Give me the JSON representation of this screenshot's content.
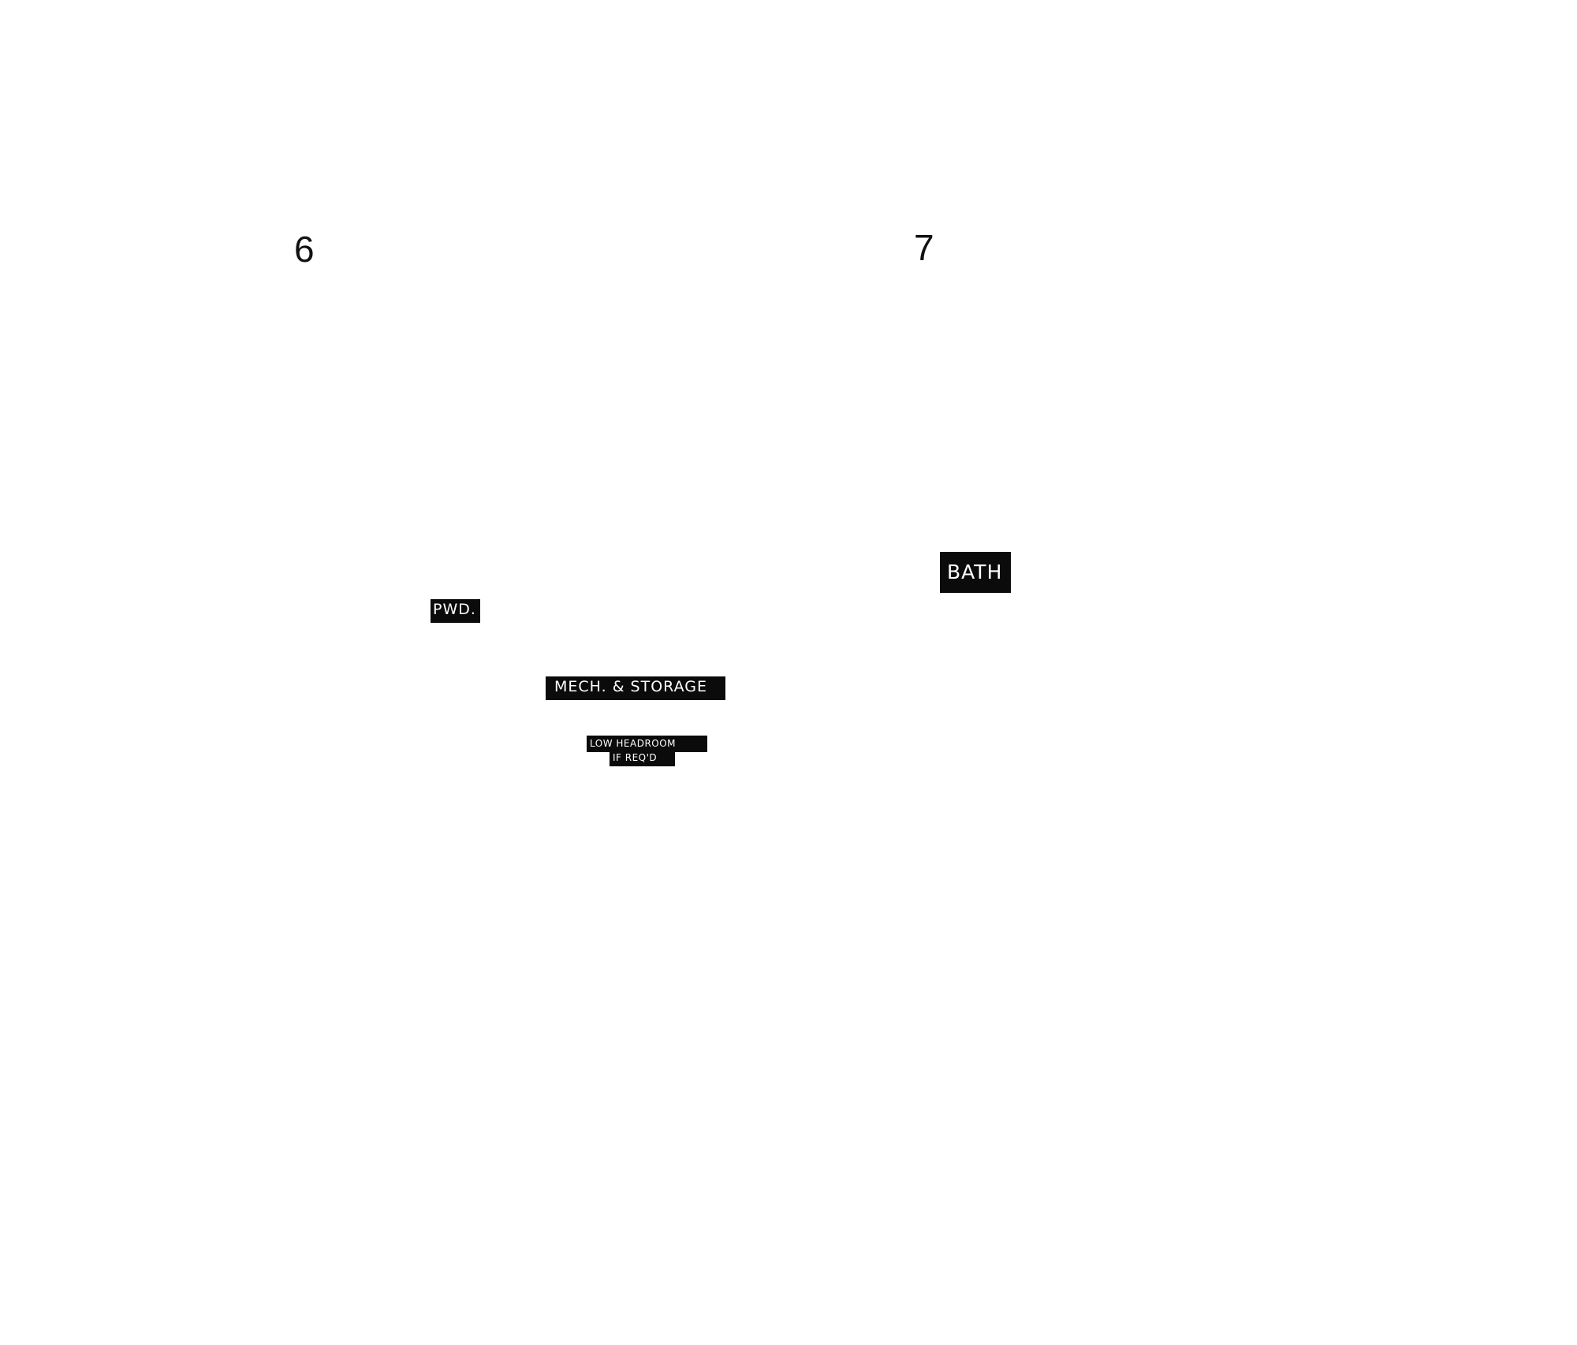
{
  "sheet_numbers": {
    "left": "6",
    "right": "7"
  },
  "rooms": {
    "bath": "BATH",
    "powder": "PWD.",
    "mech_storage": "MECH. & STORAGE",
    "low_headroom_line1": "LOW HEADROOM",
    "low_headroom_line2": "IF REQ'D"
  },
  "colors": {
    "background": "#ffffff",
    "label_fill": "#0b0b0b",
    "label_text": "#ffffff",
    "number_text": "#111111"
  }
}
